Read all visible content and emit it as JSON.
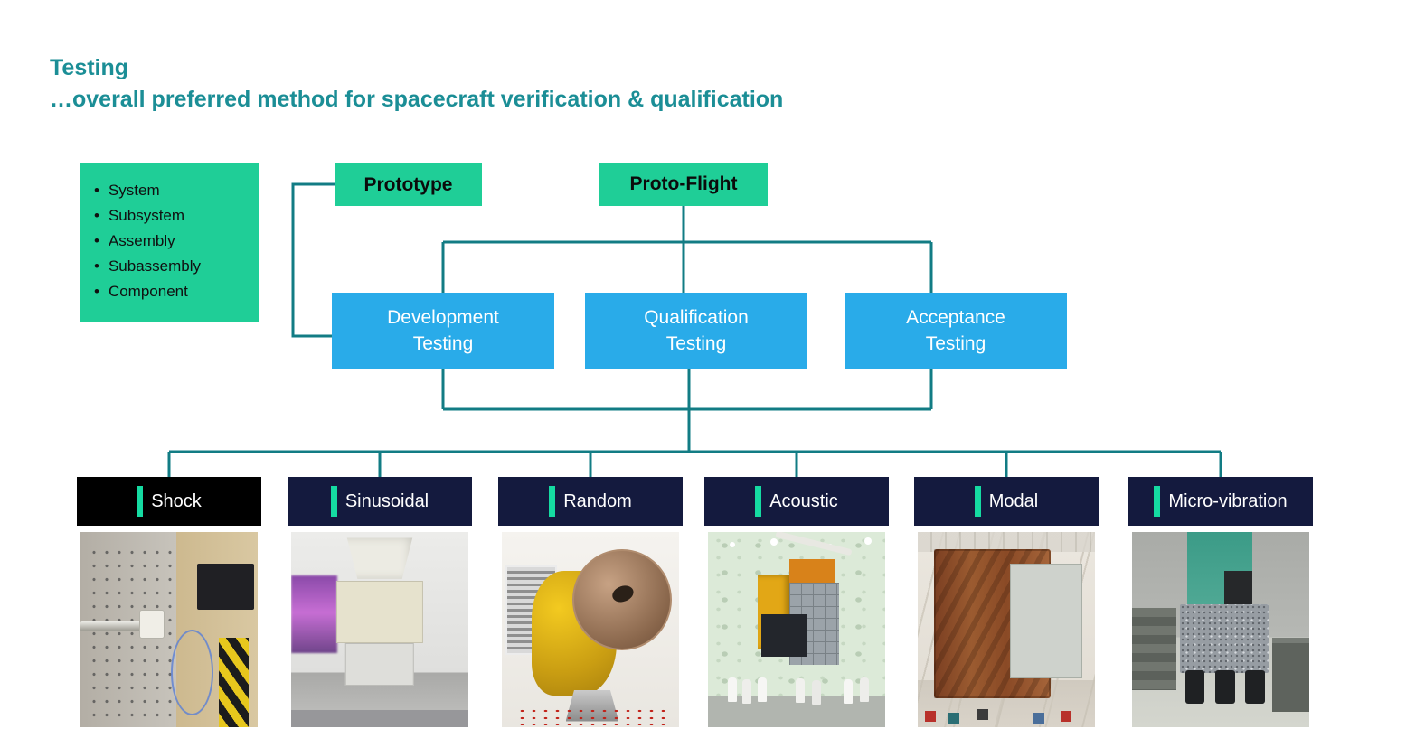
{
  "slide": {
    "title_line1": "Testing",
    "title_line2": "…overall preferred method for spacecraft verification & qualification"
  },
  "levels_box": {
    "items": [
      "System",
      "Subsystem",
      "Assembly",
      "Subassembly",
      "Component"
    ]
  },
  "model_boxes": {
    "prototype": "Prototype",
    "proto_flight": "Proto-Flight"
  },
  "testing_boxes": [
    {
      "line1": "Development",
      "line2": "Testing"
    },
    {
      "line1": "Qualification",
      "line2": "Testing"
    },
    {
      "line1": "Acceptance",
      "line2": "Testing"
    }
  ],
  "test_types": [
    {
      "label": "Shock",
      "photo": "shock-test-photo"
    },
    {
      "label": "Sinusoidal",
      "photo": "sinusoidal-vibration-test-photo"
    },
    {
      "label": "Random",
      "photo": "random-vibration-test-photo"
    },
    {
      "label": "Acoustic",
      "photo": "acoustic-chamber-test-photo"
    },
    {
      "label": "Modal",
      "photo": "modal-survey-test-photo"
    },
    {
      "label": "Micro-vibration",
      "photo": "micro-vibration-test-photo"
    }
  ],
  "colors": {
    "title_teal": "#1b8e96",
    "connector_teal": "#127c84",
    "green_box": "#1fce97",
    "blue_box": "#29abe9",
    "tile_header_navy": "#141a3e",
    "tile_header_black": "#000000",
    "accent_bar_green": "#15dba2"
  }
}
